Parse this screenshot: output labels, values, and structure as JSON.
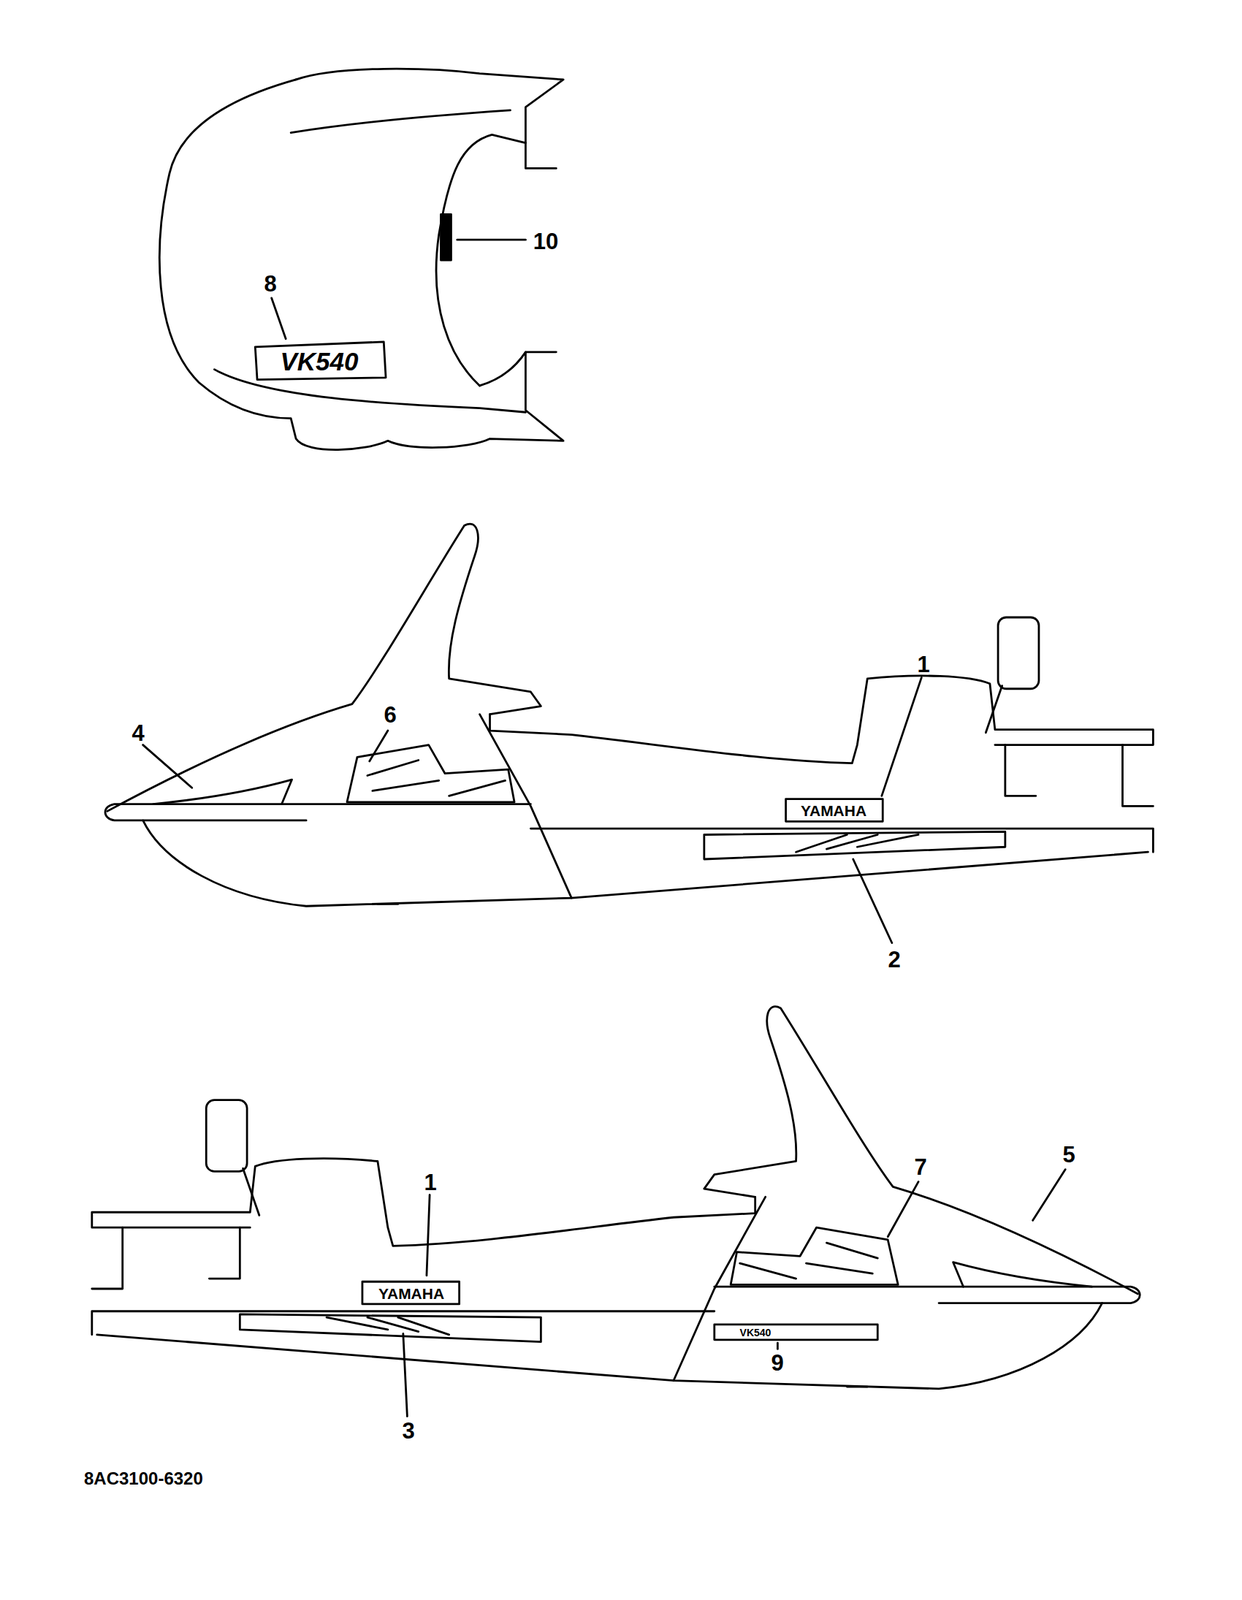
{
  "diagram": {
    "labels": [
      "10",
      "8",
      "VK540",
      "6",
      "4",
      "1",
      "YAMAHA",
      "2",
      "1",
      "YAMAHA",
      "7",
      "5",
      "VK540",
      "9",
      "3",
      "8AC3100-6320"
    ]
  }
}
